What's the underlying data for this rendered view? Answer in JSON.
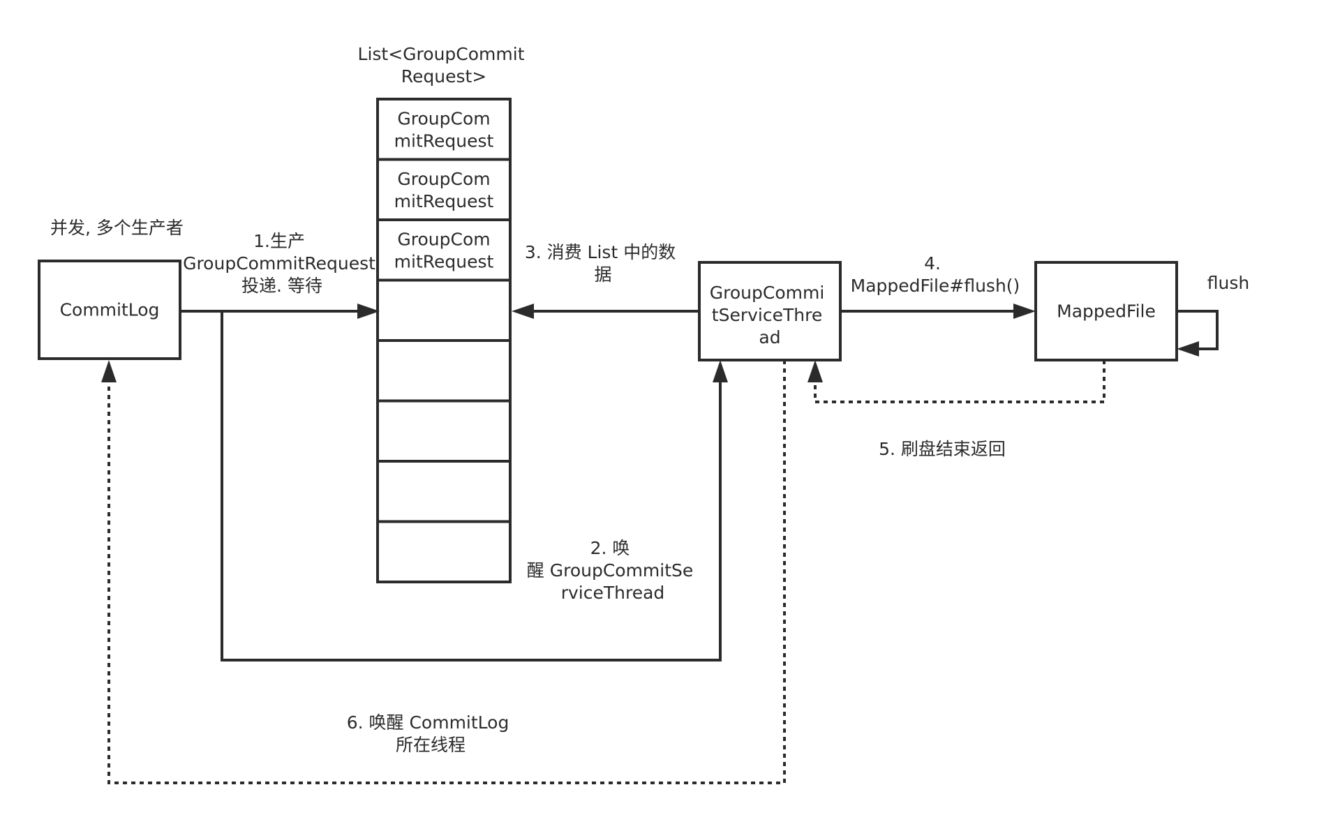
{
  "nodes": {
    "commitlog": {
      "label": "CommitLog"
    },
    "queue": {
      "label": [
        "List<GroupCommit",
        "Request>"
      ],
      "cells": [
        [
          "GroupCom",
          "mitRequest"
        ],
        [
          "GroupCom",
          "mitRequest"
        ],
        [
          "GroupCom",
          "mitRequest"
        ],
        [],
        [],
        [],
        [],
        []
      ]
    },
    "service_thread": {
      "label": [
        "GroupCommi",
        "tServiceThre",
        "ad"
      ]
    },
    "mapped_file": {
      "label": "MappedFile"
    }
  },
  "annotations": {
    "concurrency_note": "并发, 多个生产者"
  },
  "edges": [
    {
      "id": "produce",
      "from": "commitlog",
      "to": "queue",
      "style": "solid",
      "label": [
        "1.生产",
        "GroupCommitRequest",
        "投递. 等待"
      ]
    },
    {
      "id": "wake_service",
      "from": "commitlog",
      "to": "service_thread",
      "style": "solid",
      "label": [
        "2. 唤",
        "醒 GroupCommitSe",
        "rviceThread"
      ]
    },
    {
      "id": "consume",
      "from": "service_thread",
      "to": "queue",
      "style": "solid",
      "label": [
        "3. 消费 List 中的数",
        "据"
      ]
    },
    {
      "id": "flush_call",
      "from": "service_thread",
      "to": "mapped_file",
      "style": "solid",
      "label": [
        "4.",
        "MappedFile#flush()"
      ]
    },
    {
      "id": "flush_return",
      "from": "mapped_file",
      "to": "service_thread",
      "style": "dashed",
      "label": [
        "5. 刷盘结束返回"
      ]
    },
    {
      "id": "wake_commitlog",
      "from": "service_thread",
      "to": "commitlog",
      "style": "dashed",
      "label": [
        "6. 唤醒 CommitLog",
        "所在线程"
      ]
    },
    {
      "id": "self_flush",
      "from": "mapped_file",
      "to": "mapped_file",
      "style": "solid",
      "label": [
        "flush"
      ]
    }
  ]
}
